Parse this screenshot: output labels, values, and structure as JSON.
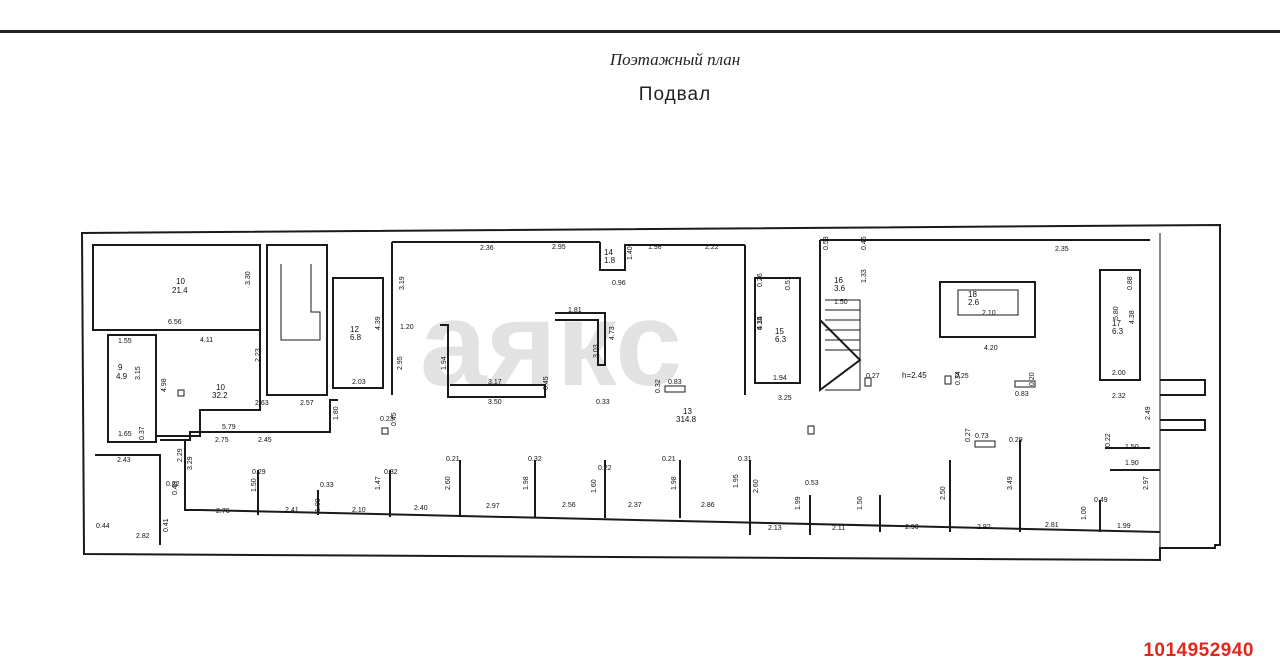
{
  "title": "Поэтажный план",
  "subtitle": "Подвал",
  "watermark": "аякс",
  "listing_id": "1014952940",
  "ceiling_height": "h=2.45",
  "rooms": [
    {
      "no": "10",
      "area": "21.4"
    },
    {
      "no": "12",
      "area": "6.8"
    },
    {
      "no": "9",
      "area": "4.9"
    },
    {
      "no": "10",
      "area": "32.2"
    },
    {
      "no": "14",
      "area": "1.8"
    },
    {
      "no": "15",
      "area": "6.3"
    },
    {
      "no": "16",
      "area": "3.6"
    },
    {
      "no": "18",
      "area": "2.6"
    },
    {
      "no": "17",
      "area": "6.3"
    },
    {
      "no": "13",
      "area": "314.8"
    }
  ],
  "dimensions": [
    "3.30",
    "6.56",
    "4.11",
    "1.55",
    "3.15",
    "4.98",
    "2.23",
    "1.65",
    "2.63",
    "5.79",
    "2.75",
    "2.45",
    "1.80",
    "2.57",
    "2.03",
    "4.39",
    "3.19",
    "1.20",
    "2.95",
    "2.36",
    "2.95",
    "1.98",
    "2.22",
    "0.96",
    "1.40",
    "1.81",
    "4.73",
    "3.03",
    "1.94",
    "3.17",
    "3.50",
    "0.45",
    "0.33",
    "0.83",
    "0.32",
    "6.15",
    "4.34",
    "0.26",
    "1.94",
    "3.25",
    "1.33",
    "1.50",
    "0.45",
    "2.35",
    "2.10",
    "4.20",
    "0.53",
    "5.80",
    "4.38",
    "2.00",
    "2.32",
    "2.49",
    "1.50",
    "1.90",
    "0.22",
    "2.97",
    "0.49",
    "1.00",
    "1.99",
    "2.81",
    "2.92",
    "3.49",
    "0.29",
    "0.73",
    "0.27",
    "2.50",
    "2.90",
    "2.11",
    "1.50",
    "0.53",
    "2.13",
    "1.99",
    "2.60",
    "1.95",
    "0.31",
    "2.86",
    "2.37",
    "0.21",
    "1.98",
    "2.56",
    "1.60",
    "0.22",
    "2.97",
    "1.98",
    "0.32",
    "2.40",
    "2.60",
    "0.21",
    "2.10",
    "1.47",
    "0.32",
    "2.41",
    "1.00",
    "0.33",
    "2.76",
    "1.50",
    "0.29",
    "2.82",
    "0.44",
    "0.41",
    "0.48",
    "0.22",
    "3.29",
    "2.29",
    "2.43",
    "0.37",
    "0.23",
    "0.45",
    "0.27",
    "0.25",
    "0.34",
    "0.83",
    "0.51",
    "0.88",
    "0.20"
  ]
}
